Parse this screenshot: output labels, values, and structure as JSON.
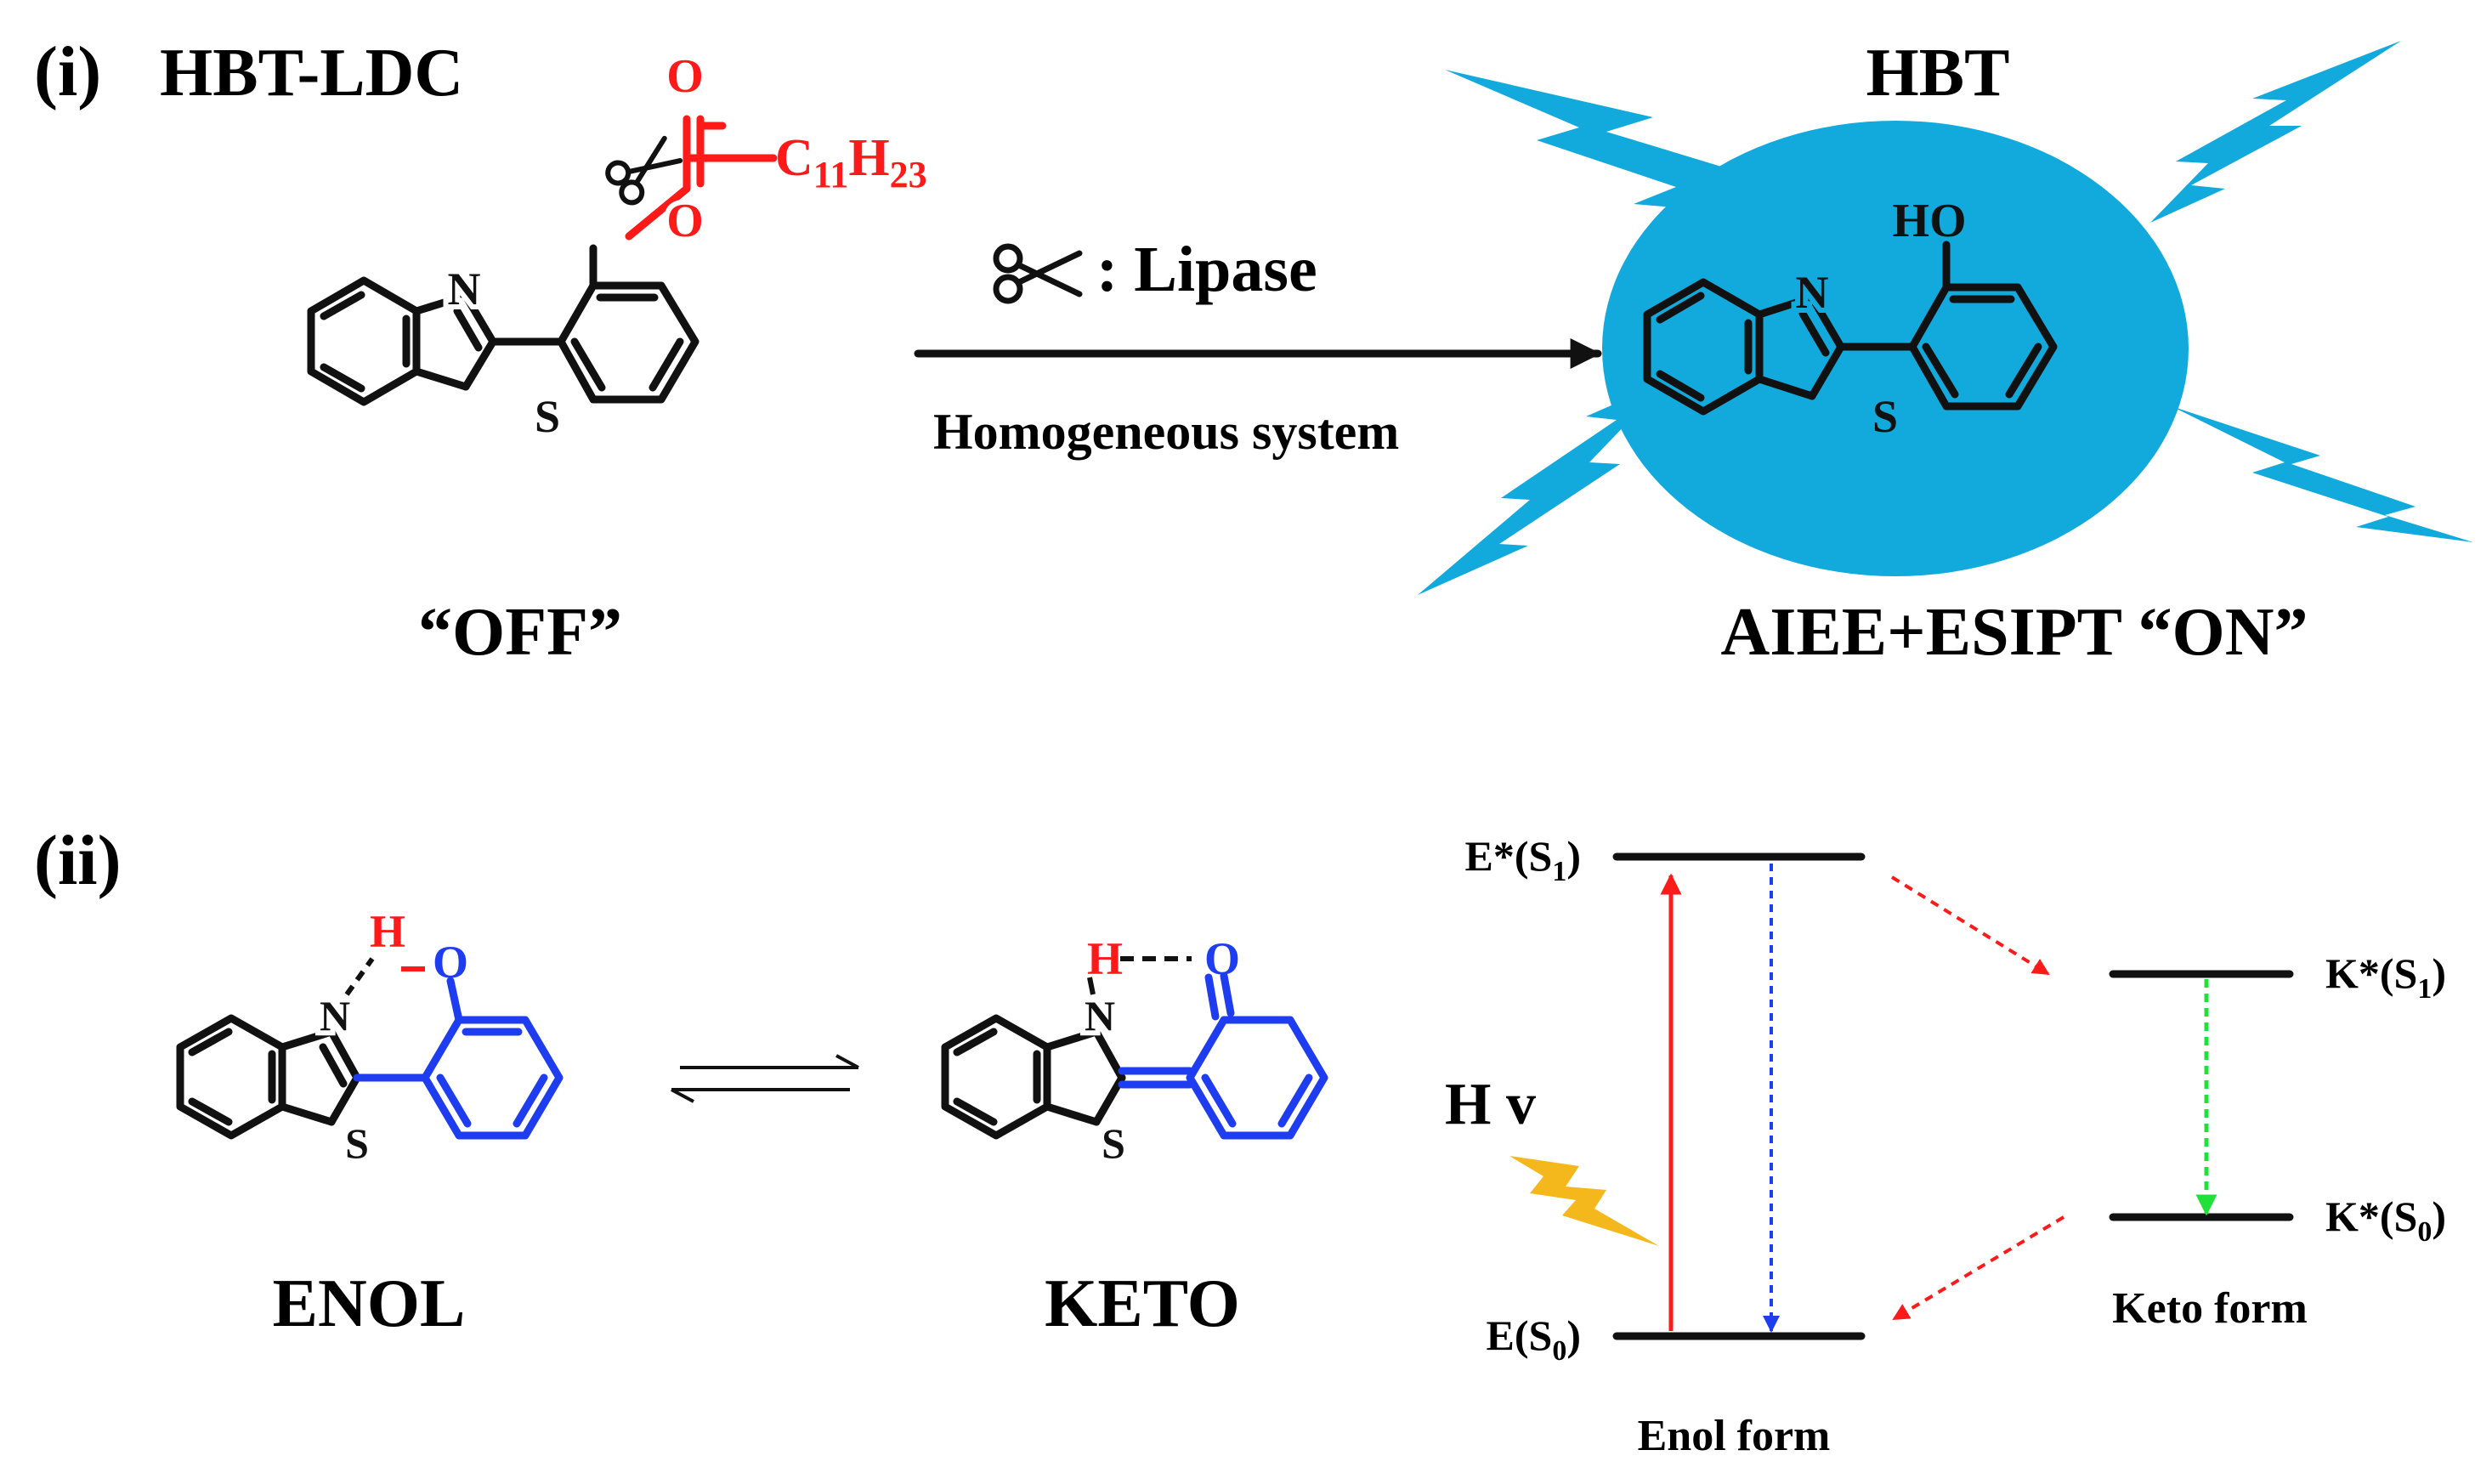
{
  "panel_i": {
    "label": "(i)",
    "reactant_name": "HBT-LDC",
    "product_name": "HBT",
    "ester_atoms": {
      "carbonyl_o": "O",
      "chain": "C",
      "chain_sub1": "11",
      "chain_h": "H",
      "chain_sub2": "23",
      "ester_o": "O"
    },
    "reactant_atoms": {
      "n": "N",
      "s": "S"
    },
    "product_atoms": {
      "ho": "HO",
      "n": "N",
      "s": "S"
    },
    "arrow_top": ": Lipase",
    "arrow_bottom": "Homogeneous system",
    "state_off": "“OFF”",
    "state_on": "AIEE+ESIPT “ON”"
  },
  "panel_ii": {
    "label": "(ii)",
    "enol_name": "ENOL",
    "keto_name": "KETO",
    "enol_atoms": {
      "h": "H",
      "o": "O",
      "n": "N",
      "s": "S"
    },
    "keto_atoms": {
      "h": "H",
      "o": "O",
      "n": "N",
      "s": "S"
    },
    "hv_label": "H v",
    "levels": {
      "e_star": {
        "main": "E*(S",
        "sub": "1",
        "close": ")"
      },
      "e_ground": {
        "main": "E(S",
        "sub": "0",
        "close": ")"
      },
      "k_star1": {
        "main": "K*(S",
        "sub": "1",
        "close": ")"
      },
      "k_star0": {
        "main": "K*(S",
        "sub": "0",
        "close": ")"
      }
    },
    "enol_form": "Enol form",
    "keto_form": "Keto form"
  },
  "colors": {
    "red": "#ff1a1a",
    "blue": "#1f3df0",
    "cyan": "#12a9dc",
    "green": "#22e03a",
    "yellow": "#f5b81c",
    "black": "#111111"
  }
}
